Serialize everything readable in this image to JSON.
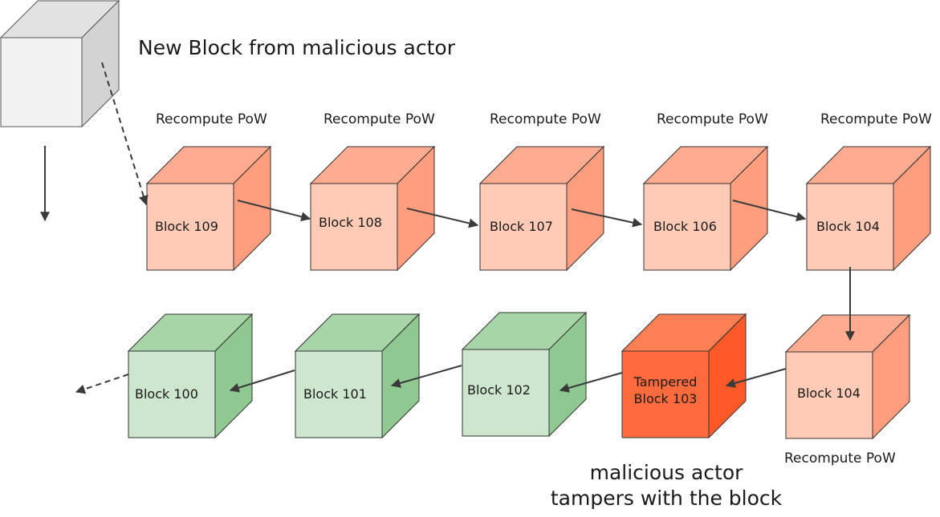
{
  "title": "New Block from malicious actor",
  "caption": "malicious actor\ntampers with the block",
  "pow_label": "Recompute PoW",
  "colors": {
    "pow_front": "#ffcbb7",
    "pow_top": "#ffab8f",
    "pow_side": "#ff9e7e",
    "tamper_front": "#ff6b3d",
    "tamper_top": "#ff7f55",
    "tamper_side": "#ff5a28",
    "ok_front": "#cde6cd",
    "ok_top": "#a7d5a8",
    "ok_side": "#8fc891",
    "new_front": "#f2f2f2",
    "new_top": "#e2e2e2",
    "new_side": "#d3d3d3",
    "stroke": "#333333",
    "arrow": "#3a3a3a"
  },
  "blocks": [
    {
      "id": "block-109",
      "label": "Block 109",
      "kind": "pow"
    },
    {
      "id": "block-108",
      "label": "Block 108",
      "kind": "pow"
    },
    {
      "id": "block-107",
      "label": "Block 107",
      "kind": "pow"
    },
    {
      "id": "block-106",
      "label": "Block 106",
      "kind": "pow"
    },
    {
      "id": "block-104-top",
      "label": "Block 104",
      "kind": "pow"
    },
    {
      "id": "block-104-bottom",
      "label": "Block 104",
      "kind": "pow"
    },
    {
      "id": "tampered-block-103",
      "label": "Tampered\nBlock 103",
      "kind": "tamper"
    },
    {
      "id": "block-102",
      "label": "Block 102",
      "kind": "ok"
    },
    {
      "id": "block-101",
      "label": "Block 101",
      "kind": "ok"
    },
    {
      "id": "block-100",
      "label": "Block 100",
      "kind": "ok"
    }
  ]
}
